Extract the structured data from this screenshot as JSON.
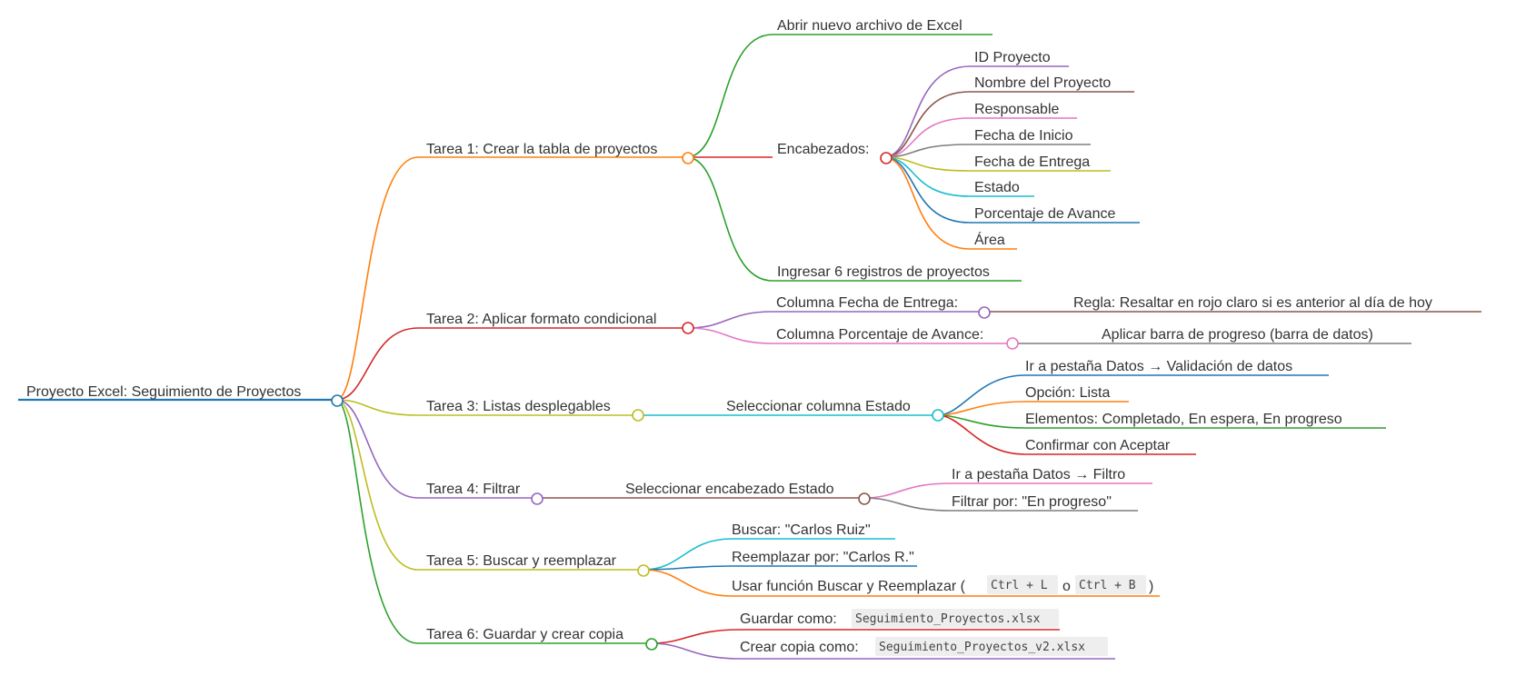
{
  "colors": {
    "blue": "#1f77b4",
    "orange": "#ff7f0e",
    "green": "#2ca02c",
    "red": "#d62728",
    "purple": "#9467bd",
    "brown": "#8c564b",
    "pink": "#e377c2",
    "gray": "#7f7f7f",
    "olive": "#bcbd22",
    "cyan": "#17becf",
    "text": "#333333"
  },
  "root": {
    "label": "Proyecto Excel: Seguimiento de Proyectos"
  },
  "tarea1": {
    "label": "Tarea 1: Crear la tabla de proyectos",
    "abrir": "Abrir nuevo archivo de Excel",
    "encabezados": {
      "label": "Encabezados:",
      "items": [
        "ID Proyecto",
        "Nombre del Proyecto",
        "Responsable",
        "Fecha de Inicio",
        "Fecha de Entrega",
        "Estado",
        "Porcentaje de Avance",
        "Área"
      ]
    },
    "ingresar": "Ingresar 6 registros de proyectos"
  },
  "tarea2": {
    "label": "Tarea 2: Aplicar formato condicional",
    "col_fecha": "Columna Fecha de Entrega:",
    "regla": "Regla: Resaltar en rojo claro si es anterior al día de hoy",
    "col_porcentaje": "Columna Porcentaje de Avance:",
    "barra": "Aplicar barra de progreso (barra de datos)"
  },
  "tarea3": {
    "label": "Tarea 3: Listas desplegables",
    "seleccionar": "Seleccionar columna Estado",
    "items": [
      "Ir a pestaña Datos → Validación de datos",
      "Opción: Lista",
      "Elementos: Completado, En espera, En progreso",
      "Confirmar con Aceptar"
    ]
  },
  "tarea4": {
    "label": "Tarea 4: Filtrar",
    "seleccionar": "Seleccionar encabezado Estado",
    "items": [
      "Ir a pestaña Datos → Filtro",
      "Filtrar por: \"En progreso\""
    ]
  },
  "tarea5": {
    "label": "Tarea 5: Buscar y reemplazar",
    "buscar": "Buscar: \"Carlos Ruiz\"",
    "reemplazar": "Reemplazar por: \"Carlos R.\"",
    "usar_prefix": "Usar función Buscar y Reemplazar (",
    "shortcut1": "Ctrl + L",
    "usar_or": "o",
    "shortcut2": "Ctrl + B",
    "usar_suffix": ")"
  },
  "tarea6": {
    "label": "Tarea 6: Guardar y crear copia",
    "guardar_label": "Guardar como:",
    "guardar_file": "Seguimiento_Proyectos.xlsx",
    "copia_label": "Crear copia como:",
    "copia_file": "Seguimiento_Proyectos_v2.xlsx"
  }
}
